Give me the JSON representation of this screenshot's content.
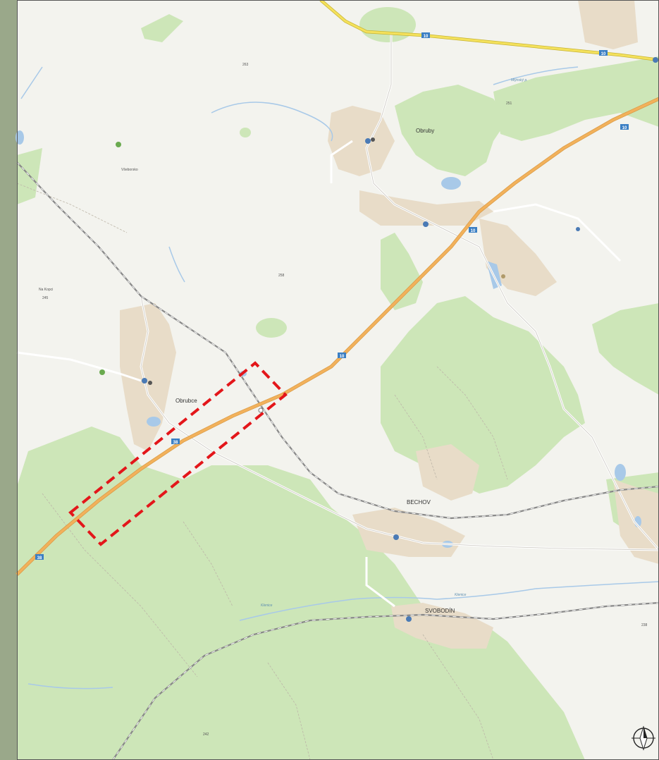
{
  "map": {
    "places": [
      {
        "id": "obruby",
        "label": "Obruby"
      },
      {
        "id": "obrubce",
        "label": "Obrubce"
      },
      {
        "id": "bechov",
        "label": "BECHOV"
      },
      {
        "id": "svobodin",
        "label": "SVOBODÍN"
      },
      {
        "id": "vseborsko",
        "label": "Všeborsko"
      },
      {
        "id": "nakopci",
        "label": "Na Kopci"
      }
    ],
    "elevations": [
      {
        "id": "e263",
        "label": "263"
      },
      {
        "id": "e258",
        "label": "258"
      },
      {
        "id": "e245",
        "label": "245"
      },
      {
        "id": "e251",
        "label": "251"
      },
      {
        "id": "e242",
        "label": "242"
      },
      {
        "id": "e238",
        "label": "238"
      }
    ],
    "road_shields": [
      {
        "id": "s1",
        "label": "10"
      },
      {
        "id": "s2",
        "label": "10"
      },
      {
        "id": "s3",
        "label": "10"
      },
      {
        "id": "s4",
        "label": "10"
      },
      {
        "id": "s5",
        "label": "10"
      },
      {
        "id": "s6",
        "label": "38"
      },
      {
        "id": "s7",
        "label": "38"
      }
    ],
    "streams": [
      {
        "id": "r1",
        "label": "Klenice"
      },
      {
        "id": "r2",
        "label": "Klenice"
      },
      {
        "id": "r3",
        "label": "Mlýnský p."
      }
    ],
    "colors": {
      "background": "#f3f3ee",
      "forest": "#cde6b8",
      "highway": "#f2b15b",
      "primary_road": "#f4e15c",
      "water": "#a8c9e8",
      "railway": "#777777",
      "highlight": "#e3161a"
    },
    "north_arrow": "compass-north-icon"
  }
}
